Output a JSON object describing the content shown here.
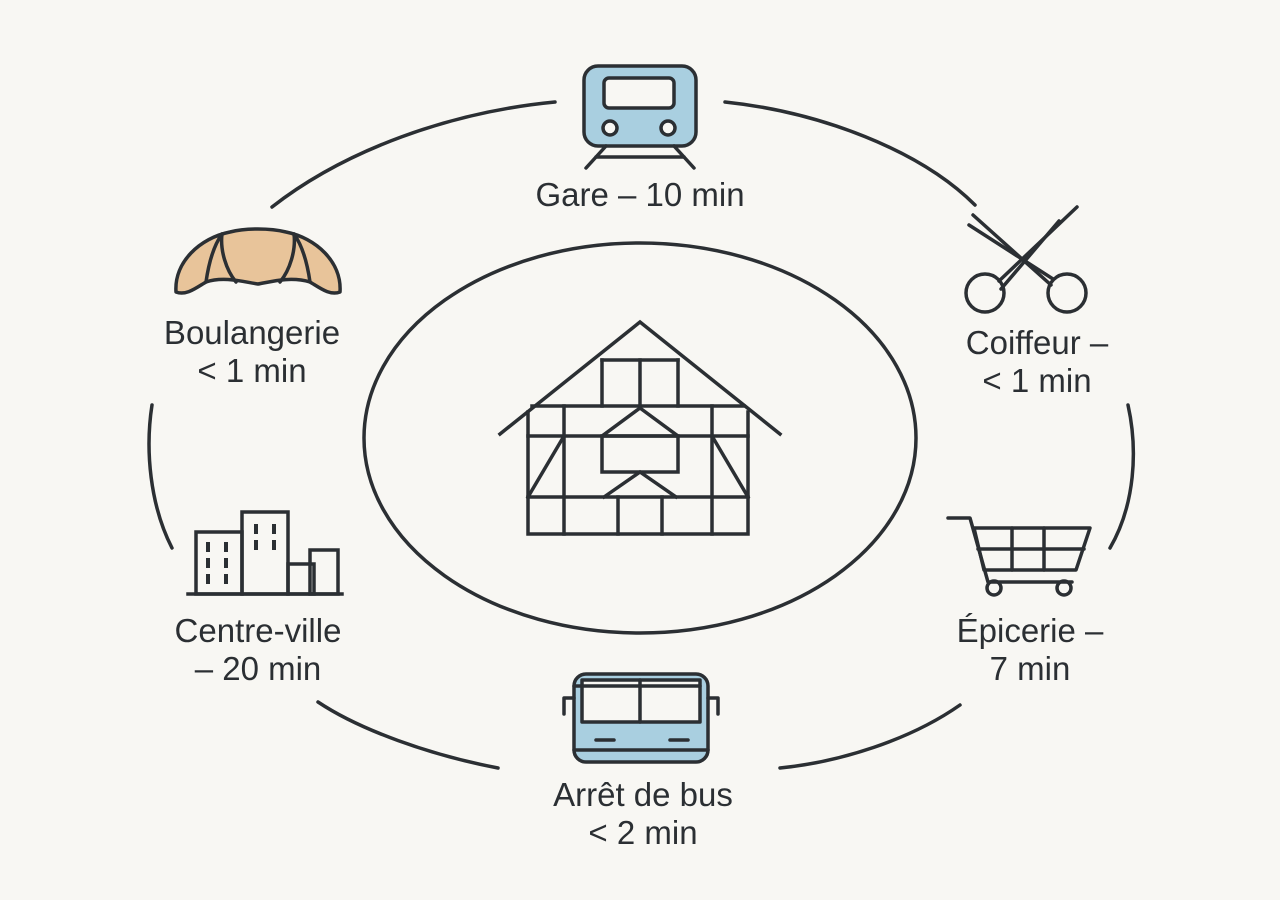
{
  "colors": {
    "background": "#f8f7f3",
    "line": "#2b2f33",
    "transit_fill": "#a9cfe0",
    "croissant_fill": "#e8c49a"
  },
  "center": {
    "icon": "timber-frame-house-icon"
  },
  "destinations": {
    "gare": {
      "icon": "train-icon",
      "line1": "Gare – 10 min"
    },
    "coiffeur": {
      "icon": "scissors-icon",
      "line1": "Coiffeur –",
      "line2": "< 1 min"
    },
    "epicerie": {
      "icon": "shopping-cart-icon",
      "line1": "Épicerie –",
      "line2": "7 min"
    },
    "bus": {
      "icon": "bus-icon",
      "line1": "Arrêt de bus",
      "line2": "< 2 min"
    },
    "centre": {
      "icon": "city-buildings-icon",
      "line1": "Centre-ville",
      "line2": "– 20 min"
    },
    "boulangerie": {
      "icon": "croissant-icon",
      "line1": "Boulangerie",
      "line2": "< 1 min"
    }
  }
}
